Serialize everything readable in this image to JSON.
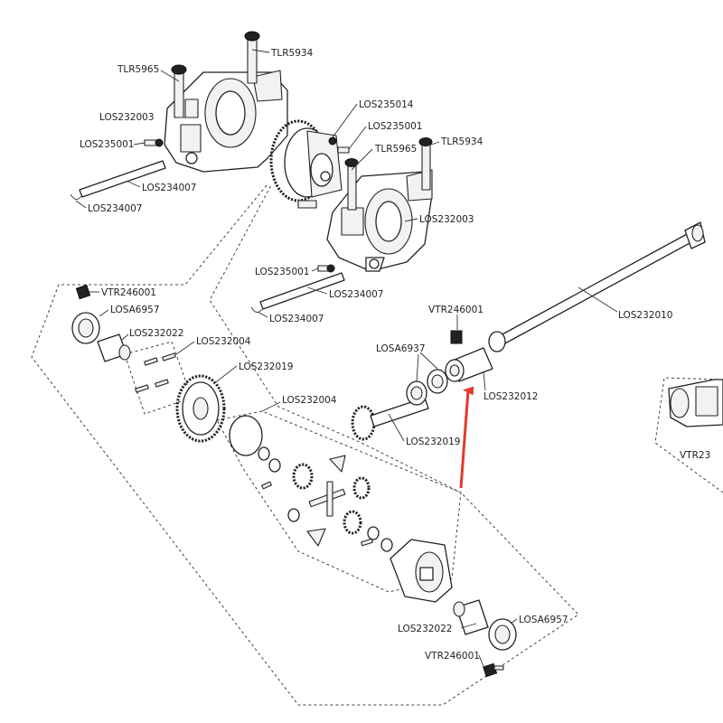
{
  "labels": {
    "tlr5934_top": "TLR5934",
    "tlr5965_top": "TLR5965",
    "los232003_left": "LOS232003",
    "los235001_left": "LOS235001",
    "los234007_a": "LOS234007",
    "los234007_b": "LOS234007",
    "los235014": "LOS235014",
    "los235001_mid": "LOS235001",
    "tlr5965_mid": "TLR5965",
    "tlr5934_right": "TLR5934",
    "los232003_right": "LOS232003",
    "los235001_low": "LOS235001",
    "los234007_c": "LOS234007",
    "los234007_d": "LOS234007",
    "vtr246001_left": "VTR246001",
    "losa6957_left": "LOSA6957",
    "los232022_left": "LOS232022",
    "los232004_top": "LOS232004",
    "los232019_left": "LOS232019",
    "los232004_mid": "LOS232004",
    "vtr246001_mid": "VTR246001",
    "losa6937": "LOSA6937",
    "los232012": "LOS232012",
    "los232019_right": "LOS232019",
    "los232010": "LOS232010",
    "vtr23_partial": "VTR23",
    "los232022_bottom": "LOS232022",
    "losa6957_bottom": "LOSA6957",
    "vtr246001_bottom": "VTR246001"
  },
  "highlight_color": "#e23b2e"
}
